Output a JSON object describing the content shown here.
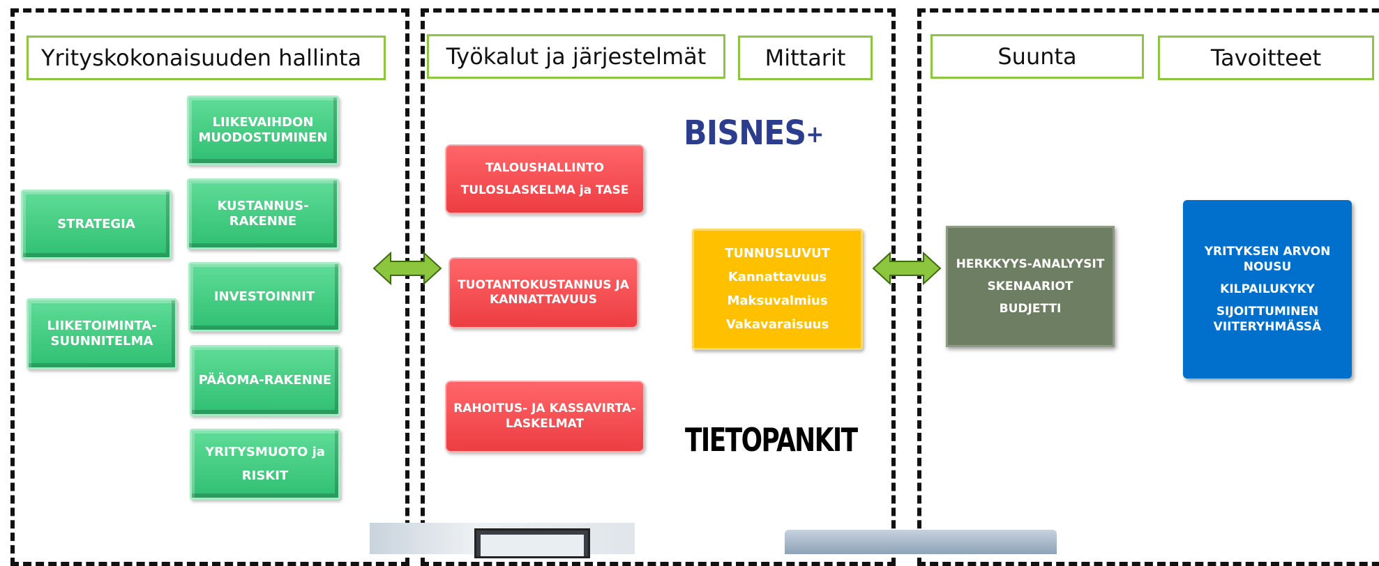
{
  "columns": {
    "management": {
      "header": "Yrityskokonaisuuden hallinta",
      "items": {
        "revenue": [
          "LIIKEVAIHDON",
          "MUODOSTUMINEN"
        ],
        "strategy": [
          "STRATEGIA"
        ],
        "cost": [
          "KUSTANNUS-",
          "RAKENNE"
        ],
        "investments": [
          "INVESTOINNIT"
        ],
        "business_plan": [
          "LIIKETOIMINTA-",
          "SUUNNITELMA"
        ],
        "capital": [
          "PÄÄOMA-RAKENNE"
        ],
        "company_form": [
          "YRITYSMUOTO ja",
          "RISKIT"
        ]
      }
    },
    "tools": {
      "header_tools": "Työkalut ja järjestelmät",
      "header_metrics": "Mittarit",
      "items": {
        "accounting": [
          "TALOUSHALLINTO",
          "TULOSLASKELMA ja TASE"
        ],
        "production": [
          "TUOTANTOKUSTANNUS JA",
          "KANNATTAVUUS"
        ],
        "financing": [
          "RAHOITUS- JA KASSAVIRTA-",
          "LASKELMAT"
        ],
        "ratios": [
          "TUNNUSLUVUT",
          "Kannattavuus",
          "Maksuvalmius",
          "Vakavaraisuus"
        ]
      },
      "brand_top": "BISNES",
      "brand_top_plus": "+",
      "brand_bottom": "TIETOPANKIT"
    },
    "direction": {
      "header_direction": "Suunta",
      "header_goals": "Tavoitteet",
      "items": {
        "sensitivity": [
          "HERKKYYS-ANALYYSIT",
          "SKENAARIOT",
          "BUDJETTI"
        ],
        "goals": [
          "YRITYKSEN ARVON",
          "NOUSU",
          "KILPAILUKYKY",
          "SIJOITTUMINEN",
          "VIITERYHMÄSSÄ"
        ]
      }
    }
  },
  "colors": {
    "green_box": "#2fbf72",
    "red_box": "#ec3d42",
    "yellow_box": "#ffc000",
    "olive_box": "#6e7e63",
    "blue_box": "#0070cc",
    "header_border": "#8cc63f",
    "arrow": "#8cc63f",
    "brand_navy": "#2b3d8c"
  },
  "icons": [
    "double-arrow-icon",
    "double-arrow-icon"
  ]
}
